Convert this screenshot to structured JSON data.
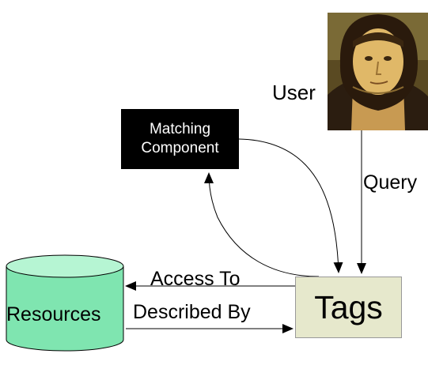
{
  "nodes": {
    "user": {
      "label": "User"
    },
    "matching_component": {
      "line1": "Matching",
      "line2": "Component"
    },
    "tags": {
      "label": "Tags"
    },
    "resources": {
      "label": "Resources"
    }
  },
  "edges": {
    "query": {
      "label": "Query"
    },
    "access_to": {
      "label": "Access To"
    },
    "described_by": {
      "label": "Described By"
    }
  },
  "colors": {
    "matching_box": "#000000",
    "tags_box": "#e6e8cc",
    "cylinder": "#7fe5b0",
    "cylinder_top": "#b6f5d3"
  },
  "icons": {
    "user_portrait": "portrait-image"
  }
}
